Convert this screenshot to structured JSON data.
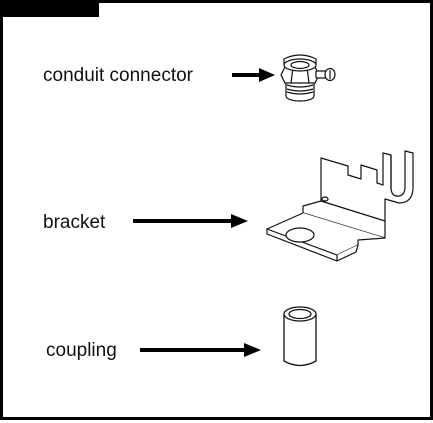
{
  "parts": [
    {
      "id": "conduit-connector",
      "label": "conduit connector"
    },
    {
      "id": "bracket",
      "label": "bracket"
    },
    {
      "id": "coupling",
      "label": "coupling"
    }
  ]
}
